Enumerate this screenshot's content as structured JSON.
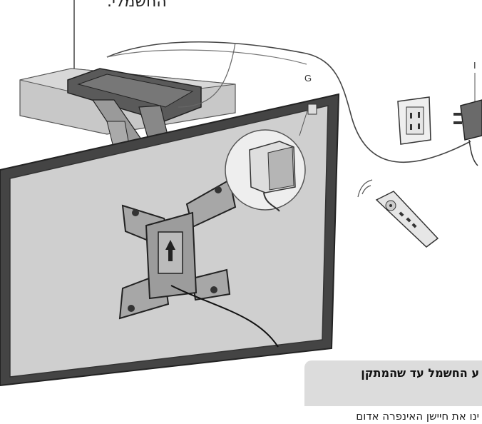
{
  "caption": {
    "top_text": "החשמלי."
  },
  "labels": {
    "g": "G",
    "i": "I"
  },
  "notice": {
    "title": "ע החשמל עד שהמתקן",
    "body": "ינו את חיישן האינפרה אדום"
  },
  "icons": [
    "tv-mount-icon",
    "remote-control-icon",
    "power-adapter-icon",
    "wall-outlet-icon",
    "ir-receiver-icon"
  ]
}
